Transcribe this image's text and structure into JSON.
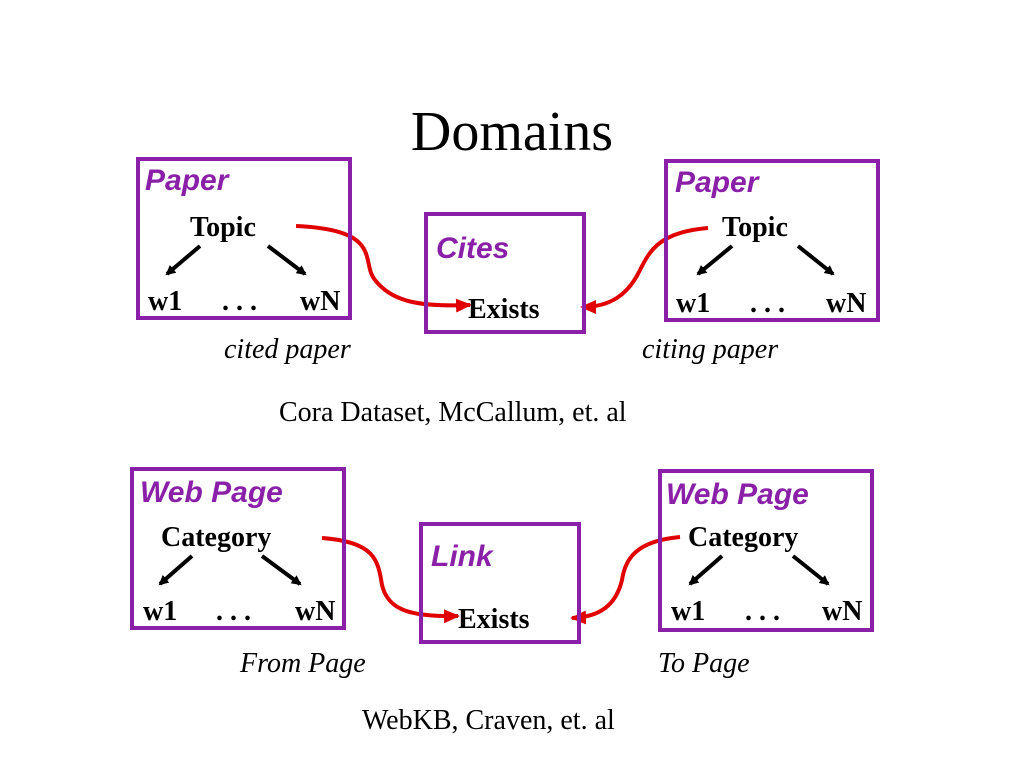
{
  "title": "Domains",
  "section1": {
    "left": {
      "entity": "Paper",
      "attribute": "Topic",
      "w_first": "w1",
      "ellipsis": ". . .",
      "w_last": "wN",
      "caption": "cited paper"
    },
    "middle": {
      "entity": "Cites",
      "attribute": "Exists"
    },
    "right": {
      "entity": "Paper",
      "attribute": "Topic",
      "w_first": "w1",
      "ellipsis": ". . .",
      "w_last": "wN",
      "caption": "citing paper"
    },
    "source": "Cora Dataset, McCallum, et. al"
  },
  "section2": {
    "left": {
      "entity": "Web Page",
      "attribute": "Category",
      "w_first": "w1",
      "ellipsis": ". . .",
      "w_last": "wN",
      "caption": "From Page"
    },
    "middle": {
      "entity": "Link",
      "attribute": "Exists"
    },
    "right": {
      "entity": "Web Page",
      "attribute": "Category",
      "w_first": "w1",
      "ellipsis": ". . .",
      "w_last": "wN",
      "caption": "To Page"
    },
    "source": "WebKB, Craven, et. al"
  },
  "colors": {
    "entity_border": "#8a1fa8",
    "entity_label": "#8a1fa8",
    "link_arrow": "#e00000",
    "arrow": "#000000"
  }
}
